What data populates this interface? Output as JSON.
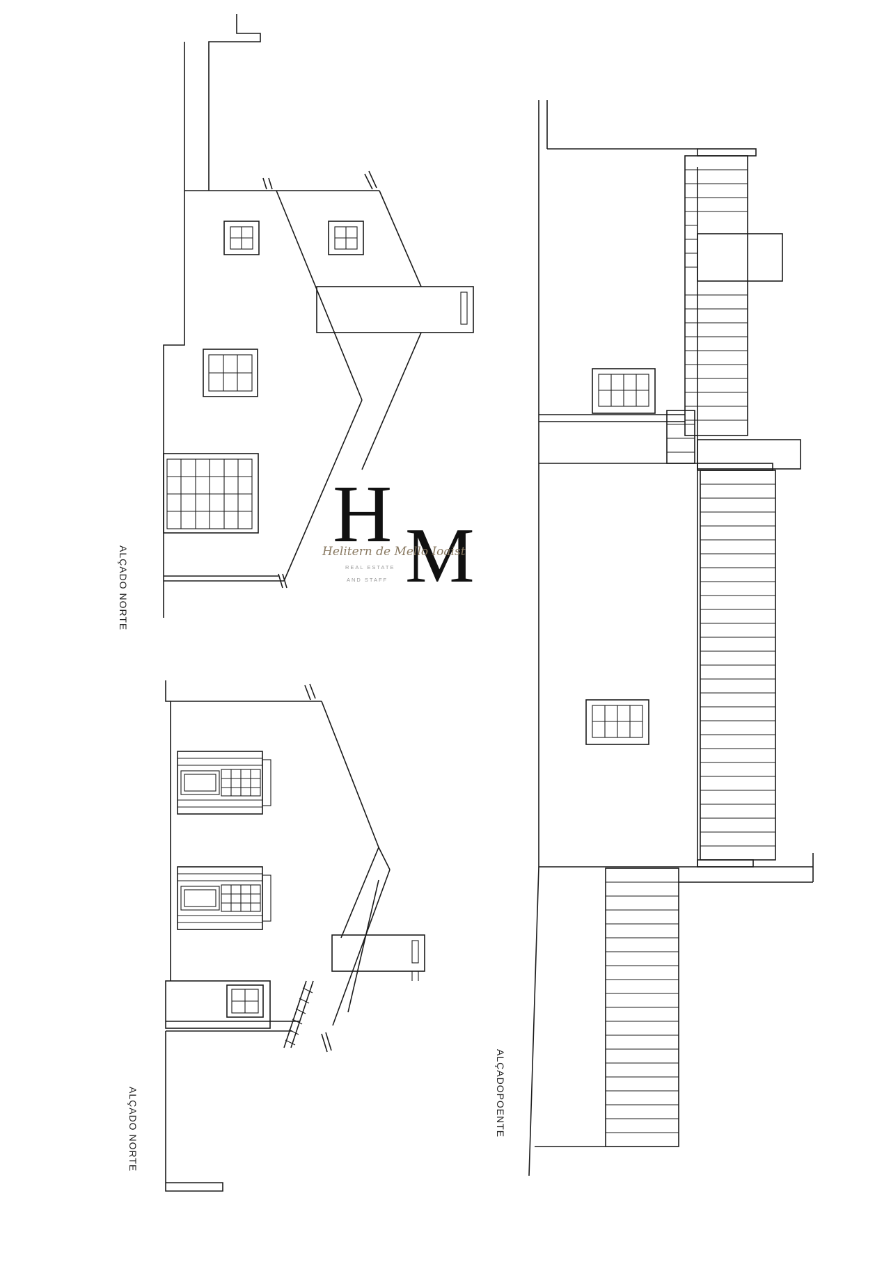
{
  "labels": {
    "north_top": "ALÇADO NORTE",
    "north_bottom": "ALÇADO NORTE",
    "west": "ALÇADOPOENTE"
  },
  "logo": {
    "letter_h": "H",
    "letter_m": "M",
    "script_name": "Helitern de Mello Ioaist",
    "line_1": "REAL ESTATE",
    "line_2": "AND STAFF"
  },
  "colors": {
    "line": "#1a1a1a",
    "logo_gold": "#8a7a62"
  }
}
